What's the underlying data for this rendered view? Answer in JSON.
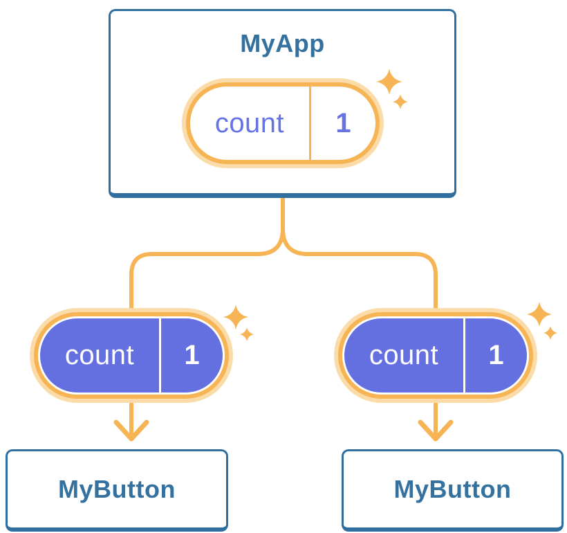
{
  "diagram": {
    "kind": "react-component-state-tree",
    "root": {
      "title": "MyApp",
      "pill": {
        "label": "count",
        "value": "1",
        "style": "light"
      }
    },
    "children": [
      {
        "title": "MyButton",
        "pill": {
          "label": "count",
          "value": "1",
          "style": "solid"
        }
      },
      {
        "title": "MyButton",
        "pill": {
          "label": "count",
          "value": "1",
          "style": "solid"
        }
      }
    ]
  },
  "icons": {
    "sparkle": "sparkle-4-point-star"
  },
  "colors": {
    "orange": "#F6B455",
    "orange_pale": "#FBDCA8",
    "purple": "#6470E0",
    "purple_text": "#6573E4",
    "blue_border": "#2F6F9F",
    "blue_text": "#35719F",
    "card_bg": "#FFFFFF"
  }
}
